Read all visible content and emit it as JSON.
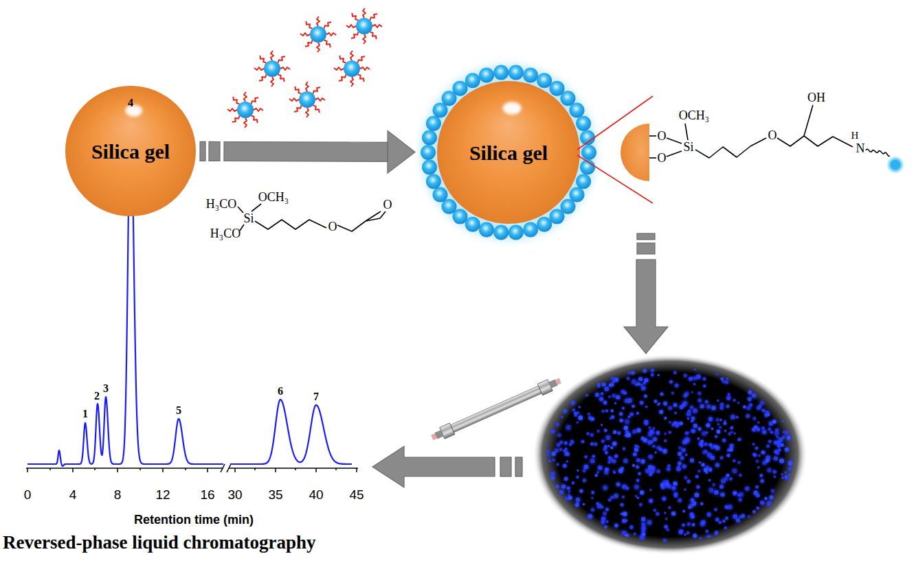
{
  "diagram": {
    "caption": "Reversed-phase liquid chromatography",
    "nodes": [
      {
        "text": [
          "Silica gel"
        ]
      },
      {
        "text": [
          "Silica gel"
        ]
      }
    ],
    "edges": [
      {
        "from": 0,
        "to": 1,
        "arrow": "to"
      }
    ],
    "labels": [
      "OCH₃",
      "H₃CO",
      "Si",
      "H₃CO",
      "O",
      "O",
      "OCH₃",
      "O",
      "O",
      "Si",
      "O",
      "OH",
      "H",
      "N",
      "4",
      "1",
      "2",
      "3",
      "5",
      "6",
      "7",
      "0",
      "4",
      "8",
      "12",
      "16",
      "30",
      "35",
      "40",
      "45",
      "Retention time (min)"
    ]
  }
}
